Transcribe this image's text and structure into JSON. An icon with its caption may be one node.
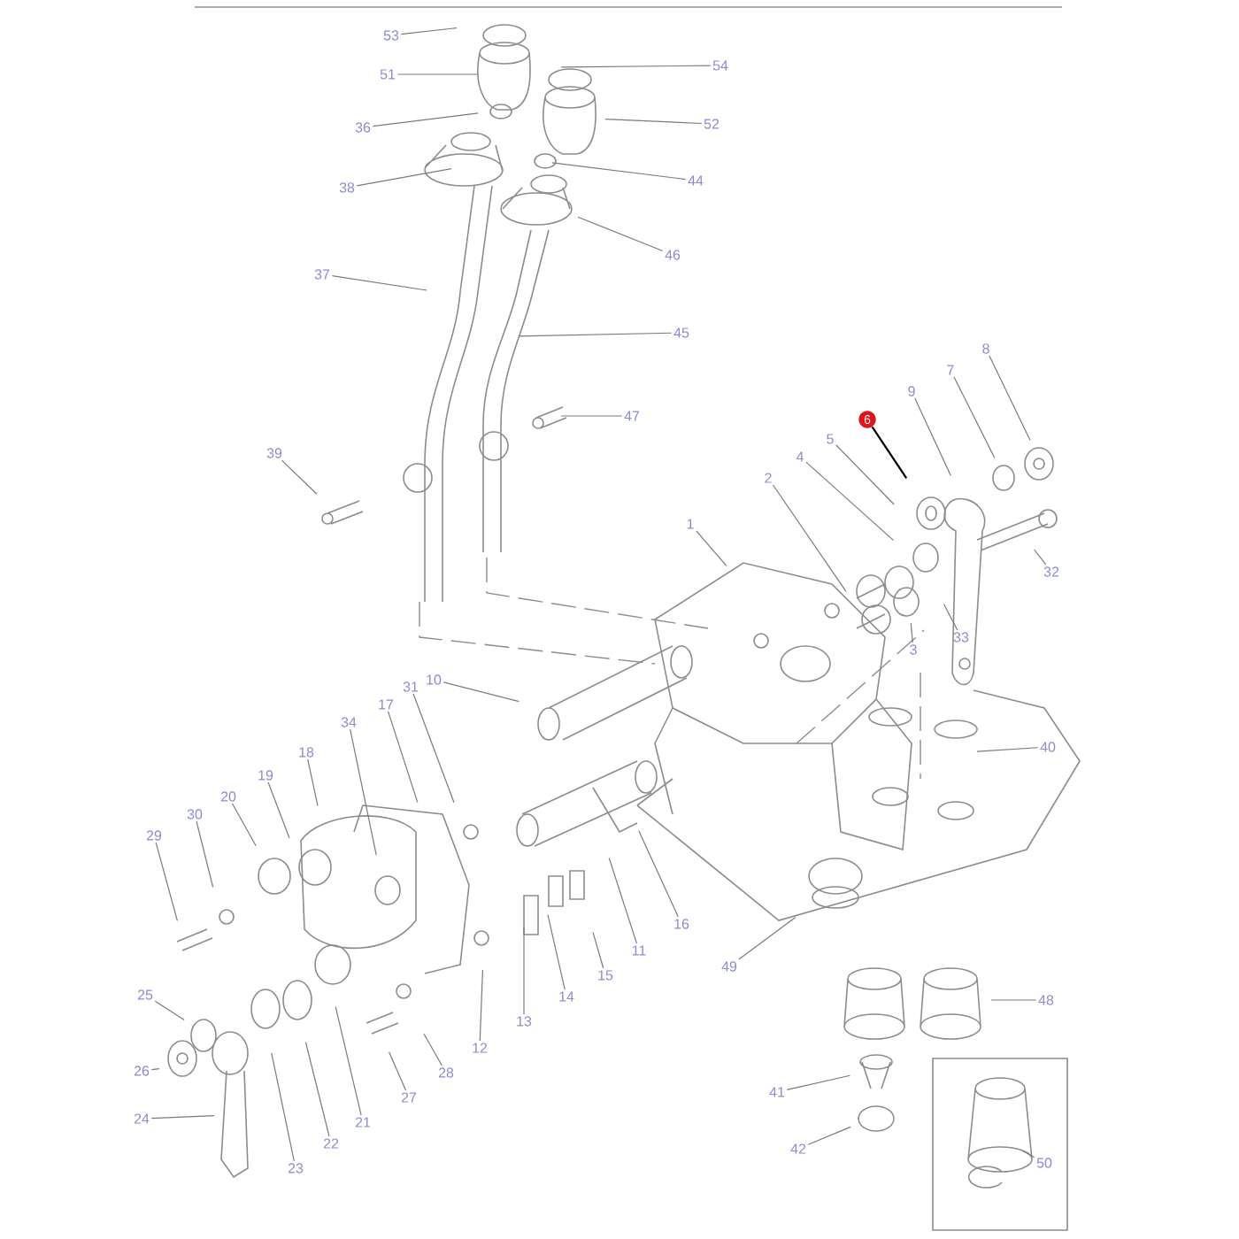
{
  "diagram": {
    "nodes": [
      {
        "text": [
          "53"
        ]
      },
      {
        "text": [
          "51"
        ]
      },
      {
        "text": [
          "54"
        ]
      },
      {
        "text": [
          "36"
        ]
      },
      {
        "text": [
          "52"
        ]
      },
      {
        "text": [
          "38"
        ]
      },
      {
        "text": [
          "44"
        ]
      },
      {
        "text": [
          "46"
        ]
      },
      {
        "text": [
          "37"
        ]
      },
      {
        "text": [
          "45"
        ]
      },
      {
        "text": [
          "47"
        ]
      },
      {
        "text": [
          "39"
        ]
      },
      {
        "text": [
          "1"
        ]
      },
      {
        "text": [
          "2"
        ]
      },
      {
        "text": [
          "4"
        ]
      },
      {
        "text": [
          "5"
        ]
      },
      {
        "text": [
          "6"
        ]
      },
      {
        "text": [
          "9"
        ]
      },
      {
        "text": [
          "7"
        ]
      },
      {
        "text": [
          "8"
        ]
      },
      {
        "text": [
          "32"
        ]
      },
      {
        "text": [
          "33"
        ]
      },
      {
        "text": [
          "3"
        ]
      },
      {
        "text": [
          "40"
        ]
      },
      {
        "text": [
          "10"
        ]
      },
      {
        "text": [
          "31"
        ]
      },
      {
        "text": [
          "17"
        ]
      },
      {
        "text": [
          "34"
        ]
      },
      {
        "text": [
          "18"
        ]
      },
      {
        "text": [
          "19"
        ]
      },
      {
        "text": [
          "20"
        ]
      },
      {
        "text": [
          "30"
        ]
      },
      {
        "text": [
          "29"
        ]
      },
      {
        "text": [
          "16"
        ]
      },
      {
        "text": [
          "11"
        ]
      },
      {
        "text": [
          "15"
        ]
      },
      {
        "text": [
          "14"
        ]
      },
      {
        "text": [
          "13"
        ]
      },
      {
        "text": [
          "12"
        ]
      },
      {
        "text": [
          "28"
        ]
      },
      {
        "text": [
          "27"
        ]
      },
      {
        "text": [
          "21"
        ]
      },
      {
        "text": [
          "22"
        ]
      },
      {
        "text": [
          "23"
        ]
      },
      {
        "text": [
          "25"
        ]
      },
      {
        "text": [
          "26"
        ]
      },
      {
        "text": [
          "24"
        ]
      },
      {
        "text": [
          "49"
        ]
      },
      {
        "text": [
          "48"
        ]
      },
      {
        "text": [
          "41"
        ]
      },
      {
        "text": [
          "42"
        ]
      },
      {
        "text": [
          "50"
        ]
      }
    ],
    "edges": [
      {
        "from": 0,
        "to": null,
        "arrow": "none"
      },
      {
        "from": 1,
        "to": null,
        "arrow": "none"
      },
      {
        "from": 2,
        "to": null,
        "arrow": "none"
      },
      {
        "from": 3,
        "to": null,
        "arrow": "none"
      },
      {
        "from": 4,
        "to": null,
        "arrow": "none"
      },
      {
        "from": 5,
        "to": null,
        "arrow": "none"
      },
      {
        "from": 6,
        "to": null,
        "arrow": "none"
      },
      {
        "from": 7,
        "to": null,
        "arrow": "none"
      },
      {
        "from": 8,
        "to": null,
        "arrow": "none"
      },
      {
        "from": 9,
        "to": null,
        "arrow": "none"
      },
      {
        "from": 10,
        "to": null,
        "arrow": "none"
      },
      {
        "from": 11,
        "to": null,
        "arrow": "none"
      },
      {
        "from": 12,
        "to": null,
        "arrow": "none"
      },
      {
        "from": 13,
        "to": null,
        "arrow": "none"
      },
      {
        "from": 14,
        "to": null,
        "arrow": "none"
      },
      {
        "from": 15,
        "to": null,
        "arrow": "none"
      },
      {
        "from": 16,
        "to": null,
        "arrow": "none",
        "color": "#000000"
      },
      {
        "from": 17,
        "to": null,
        "arrow": "none"
      },
      {
        "from": 18,
        "to": null,
        "arrow": "none"
      },
      {
        "from": 19,
        "to": null,
        "arrow": "none"
      },
      {
        "from": 20,
        "to": null,
        "arrow": "none"
      },
      {
        "from": 21,
        "to": null,
        "arrow": "none"
      },
      {
        "from": 22,
        "to": null,
        "arrow": "none"
      },
      {
        "from": 23,
        "to": null,
        "arrow": "none"
      },
      {
        "from": 24,
        "to": null,
        "arrow": "none"
      },
      {
        "from": 25,
        "to": null,
        "arrow": "none"
      },
      {
        "from": 26,
        "to": null,
        "arrow": "none"
      },
      {
        "from": 27,
        "to": null,
        "arrow": "none"
      },
      {
        "from": 28,
        "to": null,
        "arrow": "none"
      },
      {
        "from": 29,
        "to": null,
        "arrow": "none"
      },
      {
        "from": 30,
        "to": null,
        "arrow": "none"
      },
      {
        "from": 31,
        "to": null,
        "arrow": "none"
      },
      {
        "from": 32,
        "to": null,
        "arrow": "none"
      },
      {
        "from": 33,
        "to": null,
        "arrow": "none"
      },
      {
        "from": 34,
        "to": null,
        "arrow": "none"
      },
      {
        "from": 35,
        "to": null,
        "arrow": "none"
      },
      {
        "from": 36,
        "to": null,
        "arrow": "none"
      },
      {
        "from": 37,
        "to": null,
        "arrow": "none"
      },
      {
        "from": 38,
        "to": null,
        "arrow": "none"
      },
      {
        "from": 39,
        "to": null,
        "arrow": "none"
      },
      {
        "from": 40,
        "to": null,
        "arrow": "none"
      },
      {
        "from": 41,
        "to": null,
        "arrow": "none"
      },
      {
        "from": 42,
        "to": null,
        "arrow": "none"
      },
      {
        "from": 43,
        "to": null,
        "arrow": "none"
      },
      {
        "from": 44,
        "to": null,
        "arrow": "none"
      },
      {
        "from": 45,
        "to": null,
        "arrow": "none"
      },
      {
        "from": 46,
        "to": null,
        "arrow": "none"
      },
      {
        "from": 47,
        "to": null,
        "arrow": "none"
      },
      {
        "from": 48,
        "to": null,
        "arrow": "none"
      },
      {
        "from": 49,
        "to": null,
        "arrow": "none"
      },
      {
        "from": 50,
        "to": null,
        "arrow": "none"
      },
      {
        "from": 51,
        "to": null,
        "arrow": "none"
      }
    ]
  }
}
